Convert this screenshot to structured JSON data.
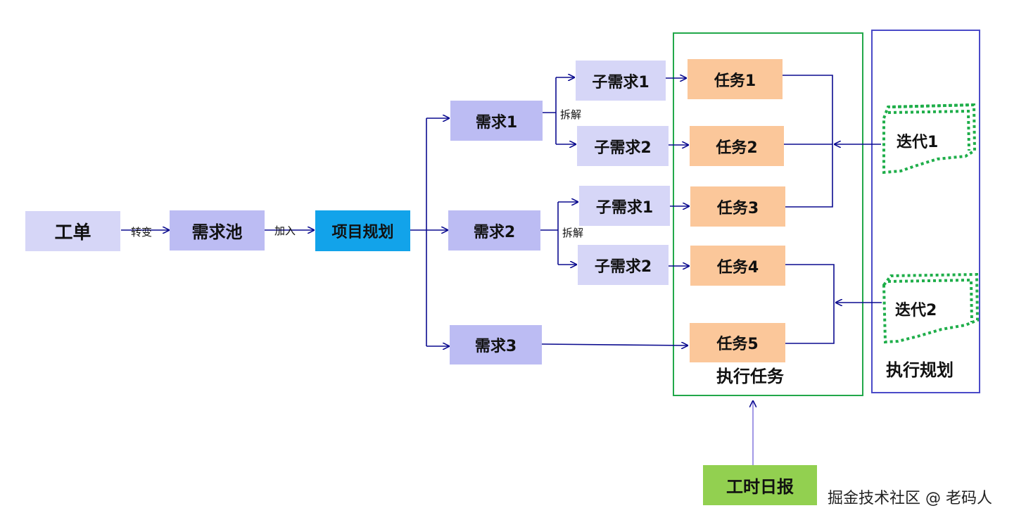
{
  "flow": {
    "ticket": "工单",
    "convert": "转变",
    "pool": "需求池",
    "add": "加入",
    "planning": "项目规划"
  },
  "requirements": {
    "r1": "需求1",
    "r2": "需求2",
    "r3": "需求3"
  },
  "split_label": "拆解",
  "subrequirements": {
    "a1": "子需求1",
    "a2": "子需求2",
    "b1": "子需求1",
    "b2": "子需求2"
  },
  "tasks": {
    "t1": "任务1",
    "t2": "任务2",
    "t3": "任务3",
    "t4": "任务4",
    "t5": "任务5"
  },
  "exec_tasks_title": "执行任务",
  "exec_plan_title": "执行规划",
  "iterations": {
    "i1": "迭代1",
    "i2": "迭代2"
  },
  "daily_report": "工时日报",
  "watermark": "掘金技术社区 @ 老码人",
  "colors": {
    "line": "#0b0b8f",
    "exec_task_border": "#22a84a",
    "exec_plan_border": "#4a4ac8",
    "iteration_border": "#1fae4a"
  }
}
